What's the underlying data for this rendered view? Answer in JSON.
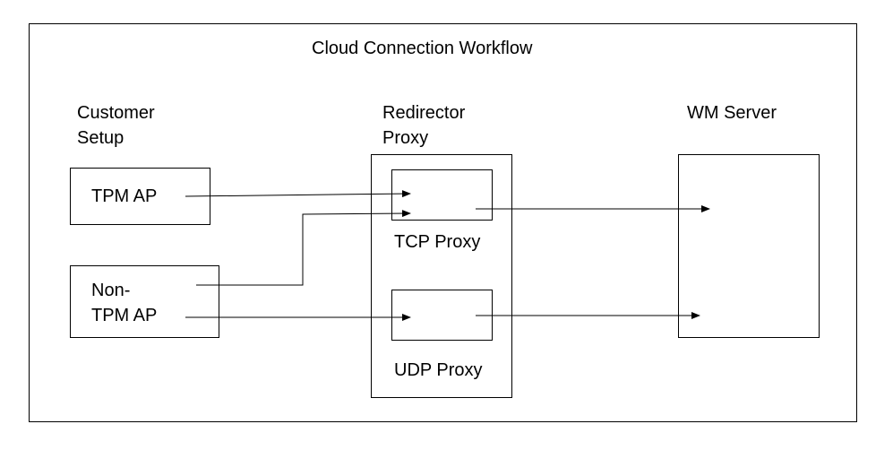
{
  "diagram": {
    "title": "Cloud Connection Workflow",
    "columns": {
      "customer_line1": "Customer",
      "customer_line2": "Setup",
      "redirector_line1": "Redirector",
      "redirector_line2": "Proxy",
      "wm_server": "WM Server"
    },
    "nodes": {
      "tpm_ap": "TPM AP",
      "non_tpm_line1": "Non-",
      "non_tpm_line2": "TPM AP",
      "tcp_proxy": "TCP Proxy",
      "udp_proxy": "UDP Proxy"
    }
  }
}
